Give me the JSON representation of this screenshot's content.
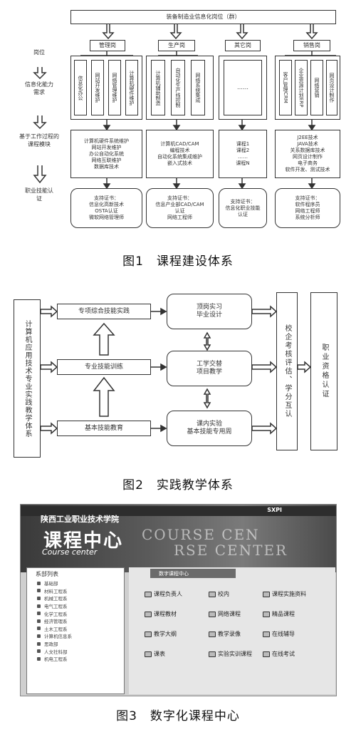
{
  "fig1": {
    "top_title": "装备制造业信息化岗位（群）",
    "left_labels": [
      "岗位",
      "信息化能力需求",
      "基于工作过程的课程模块",
      "职业技能认证"
    ],
    "categories": [
      {
        "name": "管理岗",
        "subs": [
          "信息化办公",
          "网站开发维护",
          "网络管理维护",
          "计算机硬件维护"
        ],
        "modules": "计算机硬件系统维护\n网站开发维护\n办公自动化系统\n网络互联维护\n数据库技术",
        "cert": "支持证书：\n信息化高新技术\nOSTA认证\n微软网络管理师"
      },
      {
        "name": "生产岗",
        "subs": [
          "计算机辅助制造",
          "自动化生产线控制",
          "网络系统集成"
        ],
        "modules": "计算机CAD/CAM\n编程技术\n自动化系统集成维护\n嵌入式技术",
        "cert": "支持证书：\n信息产业部CAD/CAM\n认证\n网络工程师"
      },
      {
        "name": "其它岗",
        "subs": [
          "……"
        ],
        "modules": "课程1\n课程2\n……\n课程N",
        "cert": "支持证书：\n信息化职业技能\n认证"
      },
      {
        "name": "销售岗",
        "subs": [
          "客户管理CRM",
          "企业资源计划ERP",
          "网络营销",
          "网页设计制作"
        ],
        "modules": "J2EE技术\nJAVA技术\n关系数据库技术\n网页设计制作\n电子商务\n软件开发、测试技术",
        "cert": "支持证书：\n软件程序员\n网络工程师\n系统分析师"
      }
    ],
    "caption": "图1　课程建设体系"
  },
  "fig2": {
    "left_label": "计算机应用技术专业实践教学体系",
    "mid_boxes": [
      "专项综合技能实践",
      "专业技能训练",
      "基本技能教育"
    ],
    "right_boxes": [
      "顶岗实习\n毕业设计",
      "工学交替\n项目教学",
      "课内实验\n基本技能专用周"
    ],
    "eval_label": "校企考核评估、学分互认",
    "cert_label": "职业资格认证",
    "caption": "图2　实践教学体系"
  },
  "fig3": {
    "school": "陕西工业职业技术学院",
    "logo_big": "课程中心",
    "logo_en": "Course center",
    "bg_text_1": "COURSE CEN",
    "bg_text_2": "RSE CENTER",
    "brand": "SXPI",
    "sidebar_title": "系部列表",
    "sidebar_items": [
      "基础部",
      "材料工程系",
      "机械工程系",
      "电气工程系",
      "化学工程系",
      "经济管理系",
      "土木工程系",
      "计算机信息系",
      "思政部",
      "人文社科部",
      "机电工程系"
    ],
    "main_title": "数字课程中心",
    "grid": [
      [
        "课程负责人",
        "校内",
        "课程实施资料"
      ],
      [
        "课程教材",
        "网络课程",
        "精品课程"
      ],
      [
        "教学大纲",
        "教学录像",
        "在线辅导"
      ],
      [
        "课表",
        "实验实训课程",
        "在线考试"
      ]
    ],
    "caption": "图3　数字化课程中心"
  }
}
